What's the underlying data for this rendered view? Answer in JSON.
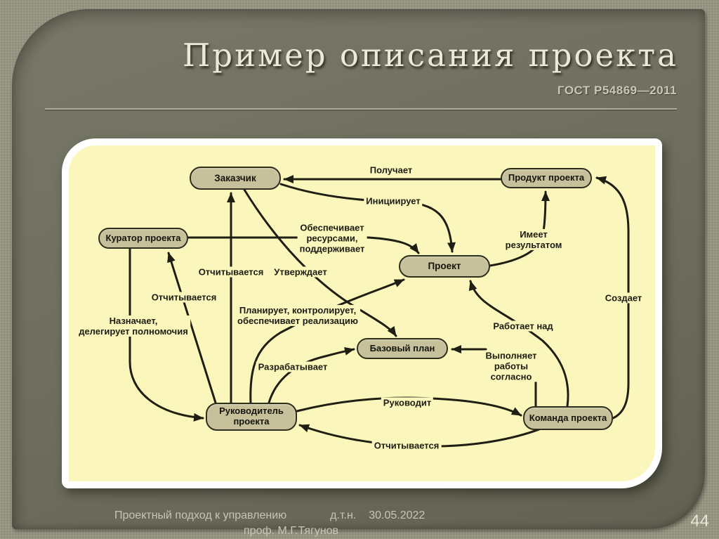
{
  "slide": {
    "title": "Пример описания проекта",
    "subtitle": "ГОСТ Р54869—2011",
    "footer": {
      "course": "Проектный подход к управлению",
      "degree": "д.т.н.",
      "date": "30.05.2022",
      "author": "проф. М.Г.Тягунов"
    },
    "page_number": "44"
  },
  "diagram": {
    "nodes": {
      "zakazchik": "Заказчик",
      "produkt_proekta": "Продукт проекта",
      "kurator_proekta": "Куратор проекта",
      "proekt": "Проект",
      "bazovyi_plan": "Базовый план",
      "rukovoditel_proekta": {
        "line1": "Руководитель",
        "line2": "проекта"
      },
      "komanda_proekta": "Команда проекта"
    },
    "edge_labels": {
      "poluchaet": "Получает",
      "iniciiruet": "Инициирует",
      "obespechivaet": {
        "line1": "Обеспечивает",
        "line2": "ресурсами,",
        "line3": "поддерживает"
      },
      "otchityvaetsya_zakazchiku": "Отчитывается",
      "utverzhdaet": "Утверждает",
      "imeet_rezultatom": {
        "line1": "Имеет",
        "line2": "результатом"
      },
      "otchityvaetsya_kuratoru": "Отчитывается",
      "naznachaet": {
        "line1": "Назначает,",
        "line2": "делегирует полномочия"
      },
      "planiruet": {
        "line1": "Планирует, контролирует,",
        "line2": "обеспечивает реализацию"
      },
      "rabotaet_nad": "Работает над",
      "sozdaet": "Создает",
      "razrabatyvaet": "Разрабатывает",
      "vypolnyaet": {
        "line1": "Выполняет",
        "line2": "работы",
        "line3": "согласно"
      },
      "rukovodit": "Руководит",
      "otchityvaetsya_rukovoditelyu": "Отчитывается"
    },
    "colors": {
      "frame_bg": "#8f8f7b",
      "panel_bg": "#6f6f5f",
      "card_bg": "#fbf6bc",
      "card_border": "#ffffff",
      "node_fill": "#c6c09b",
      "node_border": "#2e2e1c",
      "arrow": "#1e1e12",
      "title_text": "#ece9d8"
    }
  }
}
